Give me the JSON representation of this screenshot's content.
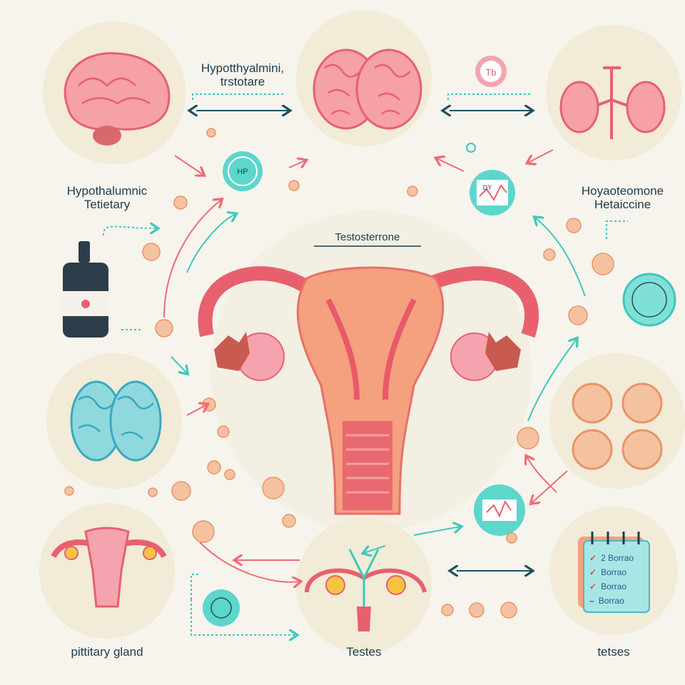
{
  "labels": {
    "top_center": [
      "Hypotthyalmini,",
      "trstotare"
    ],
    "left": [
      "Hypothalumnic",
      "Tetietary"
    ],
    "right": [
      "Hoyaoteomone",
      "Hetaiccine"
    ],
    "center": "Testosterrone",
    "bottom_left": "pittitary gland",
    "bottom_center": "Testes",
    "bottom_right": "tetses"
  },
  "icons": {
    "top_pink_badge": "Tb",
    "left_teal_badge": "HP",
    "right_teal_badge": "DY"
  },
  "checklist": [
    "2 Borrao",
    "Borrao",
    "Borrao",
    "Borrao"
  ],
  "colors": {
    "background": "#f6f4ec",
    "circle": "#f1ebd7",
    "pink": "#f07b88",
    "teal": "#4fd1c5",
    "orange": "#f2a27a",
    "text": "#1f3b4d"
  }
}
